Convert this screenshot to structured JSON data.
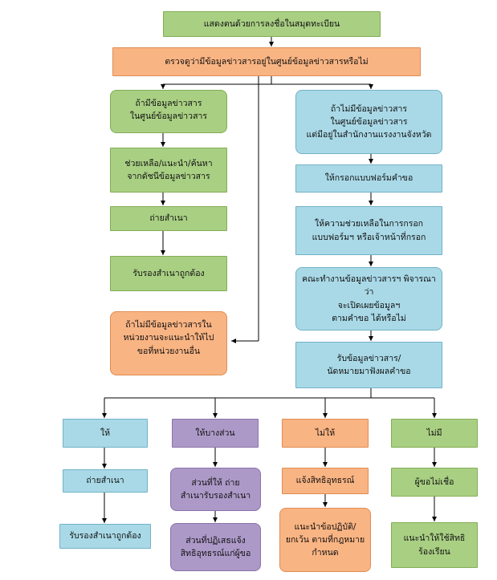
{
  "nodes": {
    "n_top": [
      "แสดงตนด้วยการลงชื่อในสมุดทะเบียน"
    ],
    "n_check": [
      "ตรวจดูว่ามีข้อมูลข่าวสารอยู่ในศูนย์ข้อมูลข่าวสารหรือไม่"
    ],
    "n_has": [
      "ถ้ามีข้อมูลข่าวสาร",
      "ในศูนย์ข้อมูลข่าวสาร"
    ],
    "n_help": [
      "ช่วยเหลือ/แนะนำ/ค้นหา",
      "จากดัชนีข้อมูลข่าวสาร"
    ],
    "n_copy": [
      "ถ่ายสำเนา"
    ],
    "n_certify": [
      "รับรองสำเนาถูกต้อง"
    ],
    "n_other": [
      "ถ้าไม่มีข้อมูลข่าวสารใน",
      "หน่วยงานจะแนะนำให้ไป",
      "ขอที่หน่วยงานอื่น"
    ],
    "n_nohas": [
      "ถ้าไม่มีข้อมูลข่าวสาร",
      "ในศูนย์ข้อมูลข่าวสาร",
      "แต่มีอยู่ในสำนักงานแรงงานจังหวัด"
    ],
    "n_form": [
      "ให้กรอกแบบฟอร์มคำขอ"
    ],
    "n_assist": [
      "ให้ความช่วยเหลือในการกรอก",
      "แบบฟอร์มฯ หรือเจ้าหน้าที่กรอก"
    ],
    "n_committee": [
      "คณะทำงานข้อมูลข่าวสารฯ พิจารณาว่า",
      "จะเปิดเผยข้อมูลฯ",
      "ตามคำขอ ได้หรือไม่"
    ],
    "n_receive": [
      "รับข้อมูลข่าวสาร/",
      "นัดหมายมาฟังผลคำขอ"
    ],
    "n_give": [
      "ให้"
    ],
    "n_partial": [
      "ให้บางส่วน"
    ],
    "n_deny": [
      "ไม่ให้"
    ],
    "n_none": [
      "ไม่มี"
    ],
    "n_give_copy": [
      "ถ่ายสำเนา"
    ],
    "n_give_cert": [
      "รับรองสำเนาถูกต้อง"
    ],
    "n_partial_copy": [
      "ส่วนที่ให้ ถ่าย",
      "สำเนารับรองสำเนา"
    ],
    "n_partial_deny": [
      "ส่วนที่ปฏิเสธแจ้ง",
      "สิทธิอุทธรณ์แก่ผู้ขอ"
    ],
    "n_deny_notify": [
      "แจ้งสิทธิอุทธรณ์"
    ],
    "n_deny_advise": [
      "แนะนำข้อปฏิบัติ/",
      "ยกเว้น ตามที่กฎหมาย",
      "กำหนด"
    ],
    "n_none_notify": [
      "ผู้ขอไม่เชื่อ"
    ],
    "n_none_advise": [
      "แนะนำให้ใช้สิทธิ",
      "ร้องเรียน"
    ]
  },
  "colors": {
    "green": "#a9cf83",
    "orange": "#f9b483",
    "blue": "#a9d9e7",
    "purple": "#ad99c8",
    "line": "#000000"
  }
}
